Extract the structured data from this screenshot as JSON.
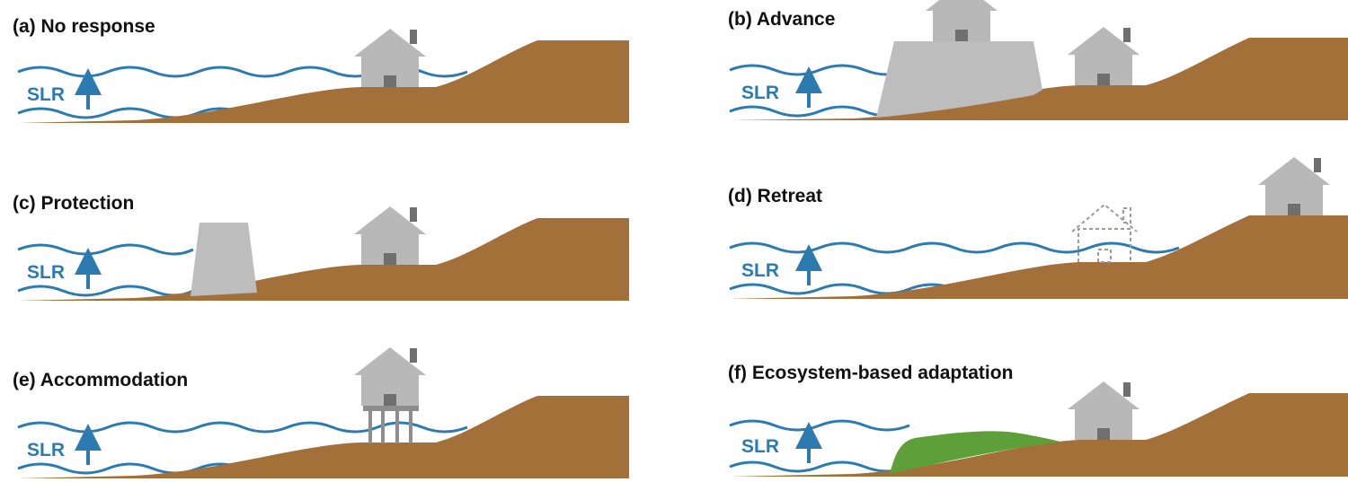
{
  "panels": [
    {
      "key": "a",
      "title": "(a) No response",
      "slr": "SLR"
    },
    {
      "key": "b",
      "title": "(b) Advance",
      "slr": "SLR"
    },
    {
      "key": "c",
      "title": "(c) Protection",
      "slr": "SLR"
    },
    {
      "key": "d",
      "title": "(d) Retreat",
      "slr": "SLR"
    },
    {
      "key": "e",
      "title": "(e) Accommodation",
      "slr": "SLR"
    },
    {
      "key": "f",
      "title": "(f) Ecosystem-based adaptation",
      "slr": "SLR"
    }
  ],
  "colors": {
    "water": "#2b7bb0",
    "land": "#a4703a",
    "structure": "#bdbdbd",
    "house": "#b8b8b8",
    "house_dark": "#6f6f6f",
    "ecosystem": "#5d9f38",
    "text": "#111111"
  }
}
